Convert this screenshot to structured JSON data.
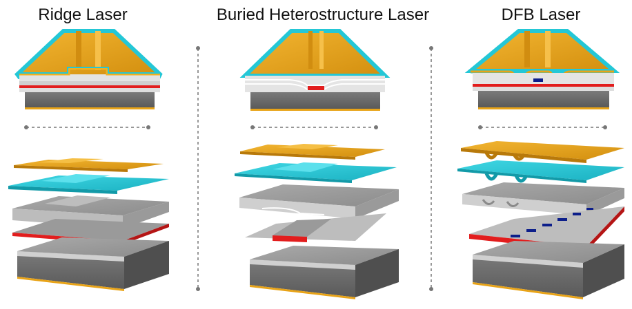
{
  "panels": [
    {
      "title": "Ridge Laser"
    },
    {
      "title": "Buried Heterostructure Laser"
    },
    {
      "title": "DFB Laser"
    }
  ],
  "colors": {
    "gold": "#e8a317",
    "gold_dark": "#b8790a",
    "cyan": "#24c7d6",
    "cyan_dark": "#129aa8",
    "light_gray": "#c8c8c8",
    "mid_gray": "#8a8a8a",
    "dark_gray": "#6b6b6b",
    "red": "#e21d1d",
    "navy": "#0c1e8a",
    "divider": "#777777"
  }
}
